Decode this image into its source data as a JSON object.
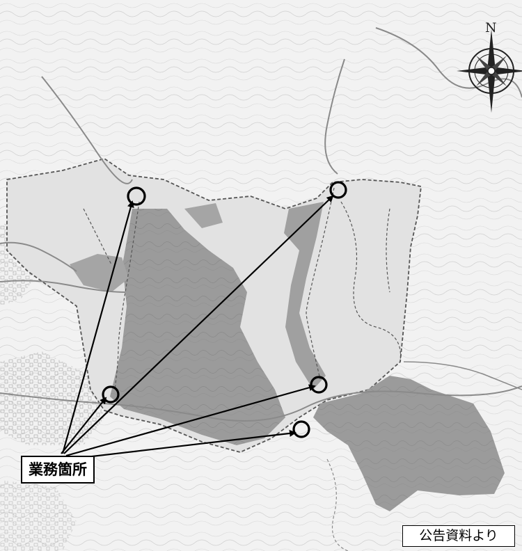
{
  "map": {
    "callout_label": "業務箇所",
    "source_label": "公告資料より",
    "north_label": "N",
    "colors": {
      "background": "#f2f2f2",
      "shaded_area": "#9b9b9b",
      "light_area": "#dedede",
      "contour": "#c8c8c8",
      "road": "#8a8a8a",
      "boundary": "#444444",
      "arrow": "#000000",
      "marker": "#000000"
    },
    "icons": [
      "compass-rose-icon",
      "location-circle-icon",
      "arrow-icon"
    ]
  }
}
